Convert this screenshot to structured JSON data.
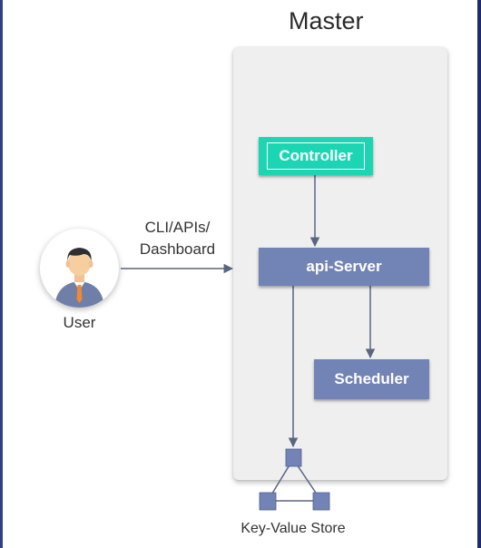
{
  "title": "Master",
  "components": {
    "controller": "Controller",
    "api_server": "api-Server",
    "scheduler": "Scheduler"
  },
  "user": {
    "label": "User",
    "connection_label_line1": "CLI/APIs/",
    "connection_label_line2": "Dashboard"
  },
  "store": {
    "label": "Key-Value Store"
  },
  "icons": {
    "avatar": "user-avatar-icon",
    "store": "key-value-store-icon"
  },
  "colors": {
    "controller": "#1cd6b3",
    "component": "#7283b5",
    "arrow": "#5b6580",
    "panel": "#efefef"
  }
}
